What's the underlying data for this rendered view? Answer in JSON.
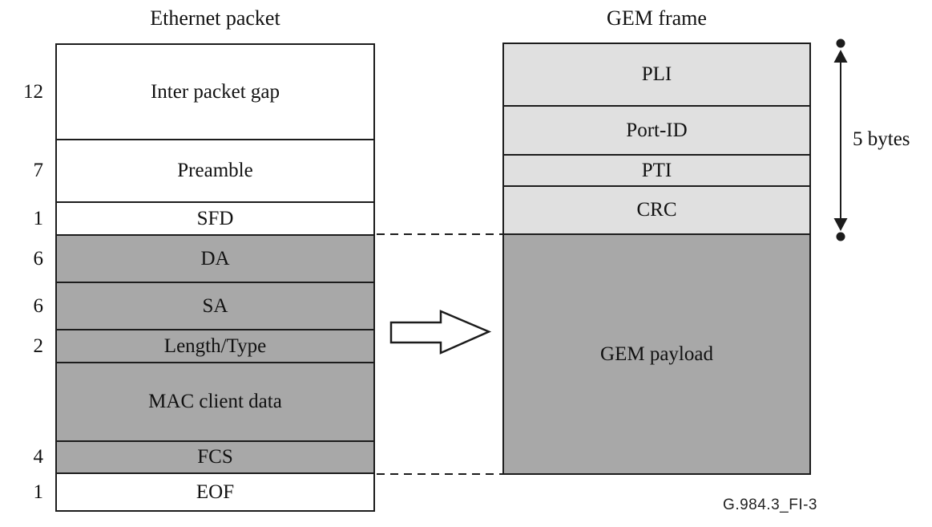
{
  "figure": {
    "left_title": "Ethernet packet",
    "right_title": "GEM frame",
    "bytes_span_label": "5 bytes",
    "caption": "G.984.3_FI-3",
    "colors": {
      "header_light_gray": "#e0e0e0",
      "payload_dark_gray": "#a8a8a8",
      "line_black": "#1c1c1c",
      "background": "#ffffff"
    }
  },
  "ethernet_rows": [
    {
      "label": "Inter packet gap",
      "bytes": "12"
    },
    {
      "label": "Preamble",
      "bytes": "7"
    },
    {
      "label": "SFD",
      "bytes": "1"
    },
    {
      "label": "DA",
      "bytes": "6"
    },
    {
      "label": "SA",
      "bytes": "6"
    },
    {
      "label": "Length/Type",
      "bytes": "2"
    },
    {
      "label": "MAC client data",
      "bytes": ""
    },
    {
      "label": "FCS",
      "bytes": "4"
    },
    {
      "label": "EOF",
      "bytes": "1"
    }
  ],
  "gem_rows": [
    {
      "label": "PLI"
    },
    {
      "label": "Port-ID"
    },
    {
      "label": "PTI"
    },
    {
      "label": "CRC"
    },
    {
      "label": "GEM payload"
    }
  ]
}
